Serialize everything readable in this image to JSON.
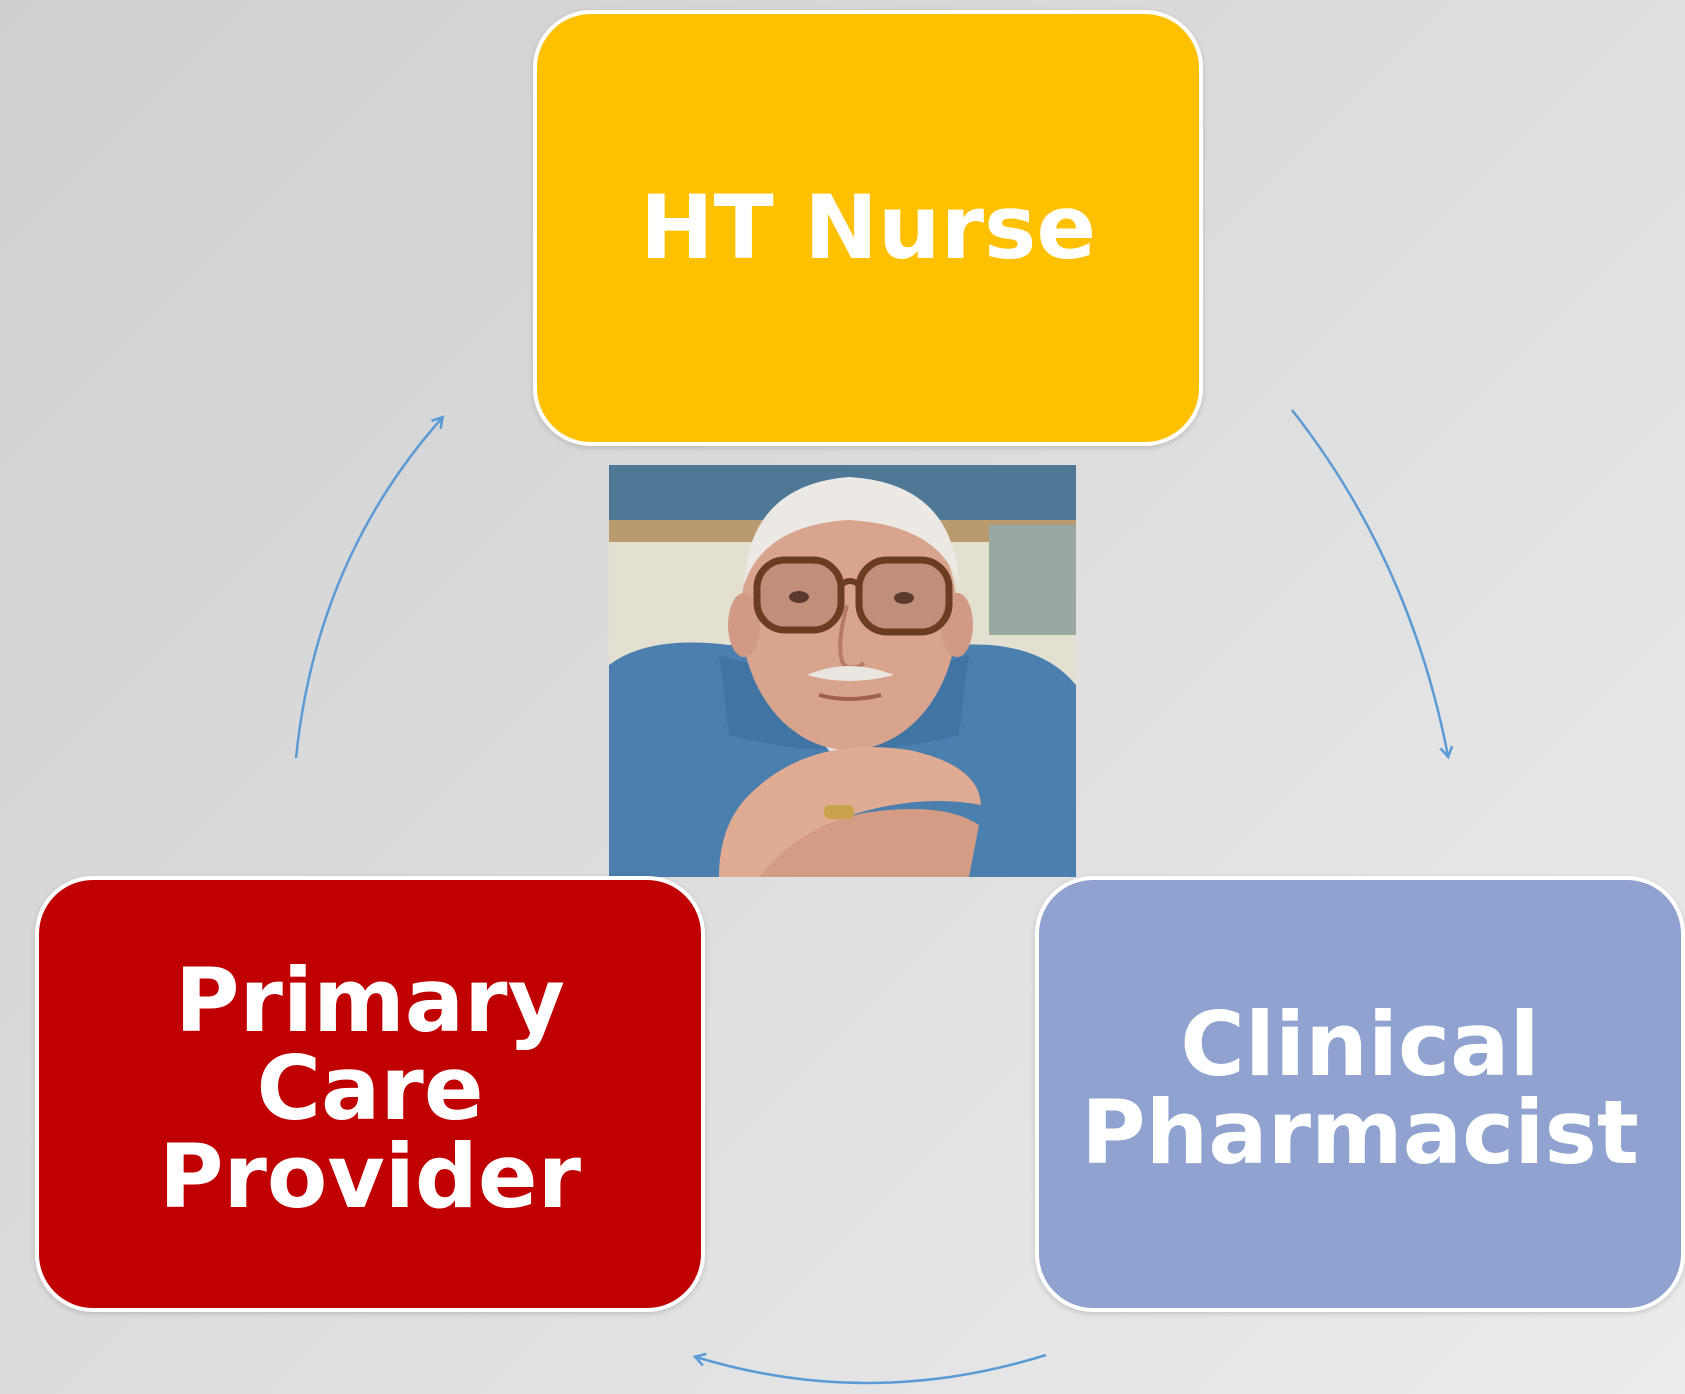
{
  "nodes": {
    "ht_nurse": {
      "label": "HT Nurse",
      "color": "#FFC000"
    },
    "primary_care": {
      "label": "Primary\nCare\nProvider",
      "color": "#C00000"
    },
    "clinical_pharmacist": {
      "label": "Clinical\nPharmacist",
      "color": "#8FA2D0"
    }
  },
  "center_image": {
    "subject": "elderly-man-photo"
  },
  "arrow_color": "#5B9BD5"
}
